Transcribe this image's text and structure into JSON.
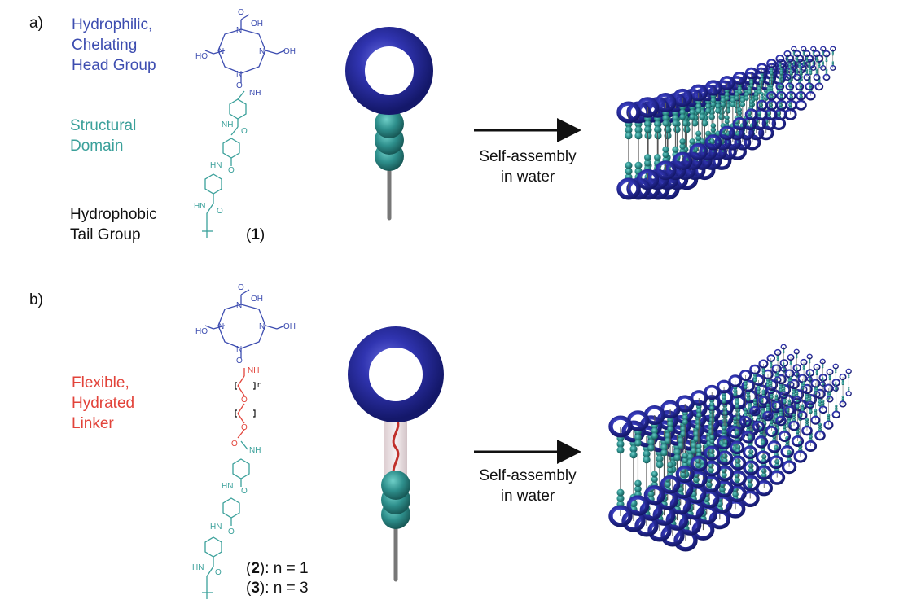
{
  "panel_a": {
    "label": "a)",
    "head_label": "Hydrophilic,\nChelating\nHead Group",
    "structural_label": "Structural\nDomain",
    "tail_label": "Hydrophobic\nTail Group",
    "compound_open": "(",
    "compound_num": "1",
    "compound_close": ")",
    "arrow_caption": "Self-assembly\nin water"
  },
  "panel_b": {
    "label": "b)",
    "linker_label": "Flexible,\nHydrated\nLinker",
    "compound2_num": "2",
    "compound2_rest": "): n = 1",
    "compound3_num": "3",
    "compound3_rest": "): n = 3",
    "open_paren": "(",
    "arrow_caption": "Self-assembly\nin water"
  },
  "chem_labels": {
    "oh": "OH",
    "ho": "HO",
    "o": "O",
    "n": "N",
    "nh": "NH",
    "hn": "HN",
    "sub_n": "n"
  },
  "colors": {
    "head": "#3d4db0",
    "structural": "#3aa09a",
    "linker": "#e2433a",
    "ring": "#2a2fa0",
    "bead": "#2e8f8c"
  }
}
